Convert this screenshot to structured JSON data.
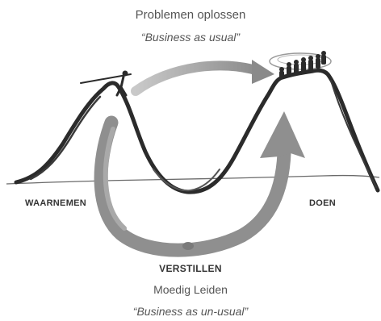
{
  "top": {
    "title": "Problemen oplossen",
    "subtitle": "“Business as usual”"
  },
  "left_label": "WAARNEMEN",
  "right_label": "DOEN",
  "bottom": {
    "label": "VERSTILLEN",
    "title": "Moedig Leiden",
    "subtitle": "“Business as un-usual”"
  },
  "colors": {
    "ink": "#2b2b2b",
    "arrow": "#8f8f8f",
    "arrow_light": "#b5b5b5",
    "text": "#555555"
  }
}
